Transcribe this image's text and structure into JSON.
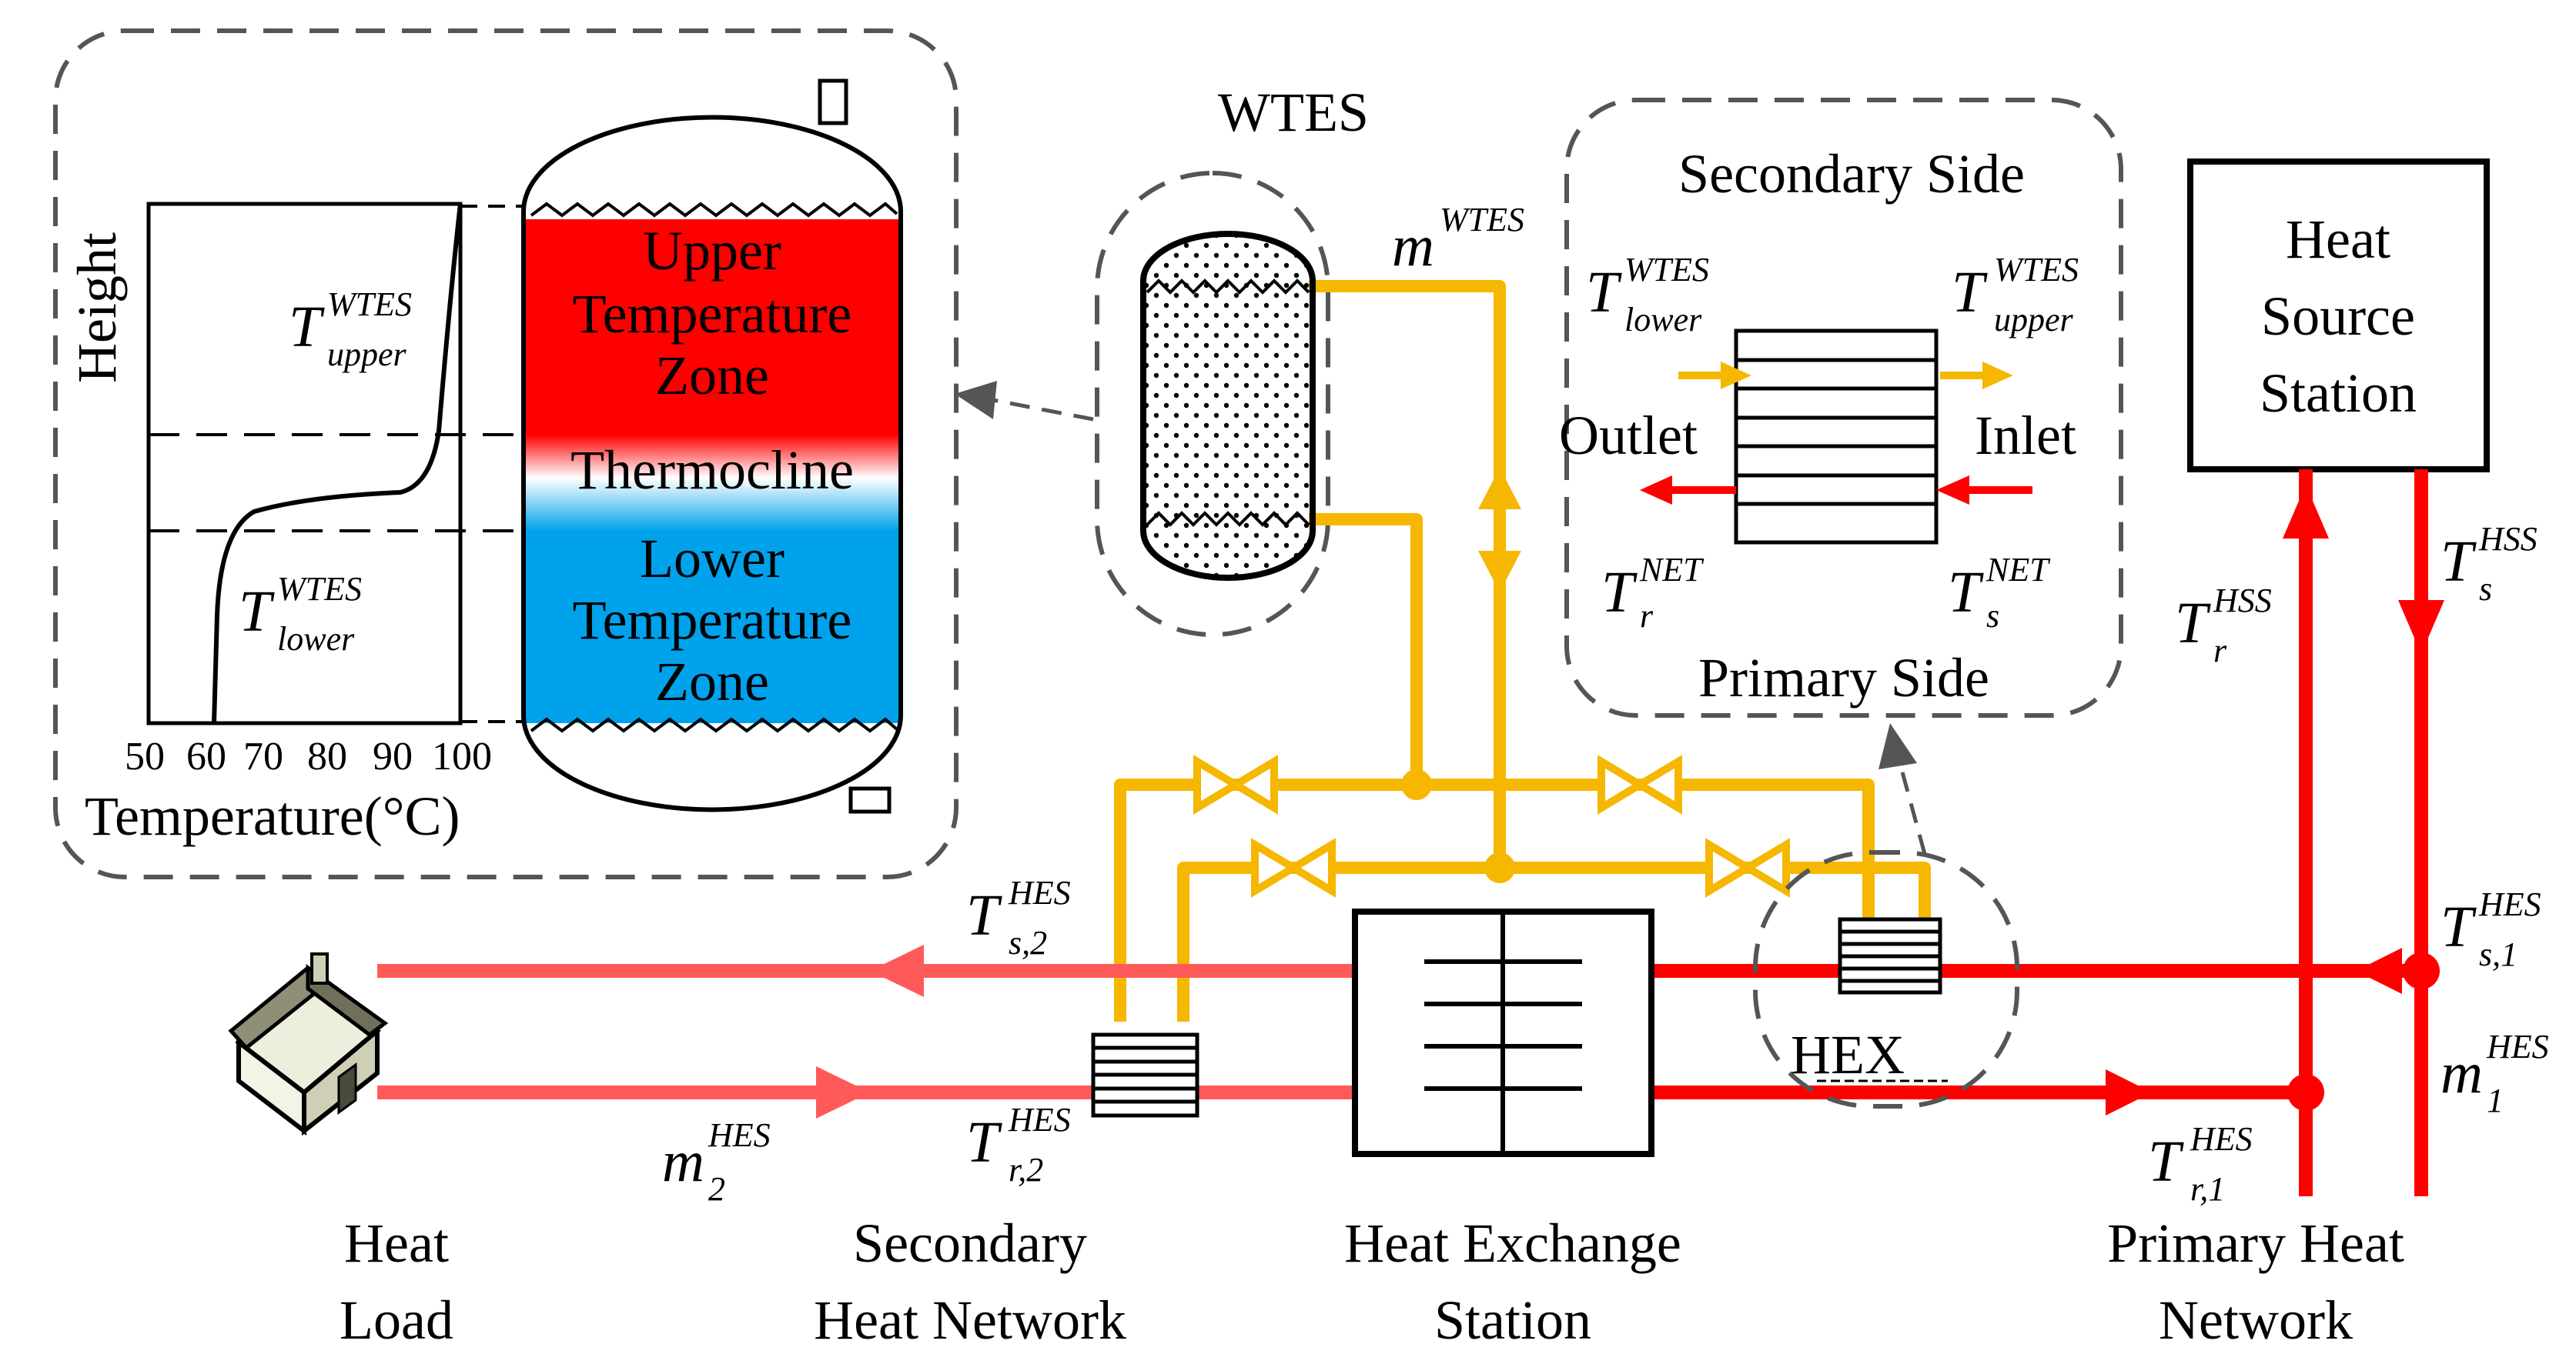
{
  "colors": {
    "primary_pipe": "#ff0000",
    "secondary_pipe": "#ff5a5a",
    "storage_pipe": "#f5b700",
    "upper_zone": "#ff0000",
    "lower_zone": "#00a2ec",
    "dashed": "#555555"
  },
  "labels": {
    "wtes": "WTES",
    "heat_source_line1": "Heat",
    "heat_source_line2": "Source",
    "heat_source_line3": "Station",
    "heat_load_line1": "Heat",
    "heat_load_line2": "Load",
    "secondary_network_line1": "Secondary",
    "secondary_network_line2": "Heat Network",
    "exchange_station_line1": "Heat Exchange",
    "exchange_station_line2": "Station",
    "primary_network_line1": "Primary Heat",
    "primary_network_line2": "Network",
    "hex": "HEX"
  },
  "tank": {
    "upper_zone_line1": "Upper",
    "upper_zone_line2": "Temperature",
    "upper_zone_line3": "Zone",
    "thermocline": "Thermocline",
    "lower_zone_line1": "Lower",
    "lower_zone_line2": "Temperature",
    "lower_zone_line3": "Zone"
  },
  "profile": {
    "y_label": "Height",
    "x_label": "Temperature(°C)",
    "x_ticks": [
      "50",
      "60",
      "70",
      "80",
      "90",
      "100"
    ],
    "t_upper": {
      "main": "T",
      "sup": "WTES",
      "sub": "upper"
    },
    "t_lower": {
      "main": "T",
      "sup": "WTES",
      "sub": "lower"
    }
  },
  "hex_detail": {
    "title": "Secondary Side",
    "bottom": "Primary Side",
    "outlet": "Outlet",
    "inlet": "Inlet",
    "t_lower": {
      "main": "T",
      "sup": "WTES",
      "sub": "lower"
    },
    "t_upper": {
      "main": "T",
      "sup": "WTES",
      "sub": "upper"
    },
    "t_r_net": {
      "main": "T",
      "sup": "NET",
      "sub": "r"
    },
    "t_s_net": {
      "main": "T",
      "sup": "NET",
      "sub": "s"
    }
  },
  "symbols": {
    "m_wtes": {
      "main": "m",
      "sup": "WTES",
      "sub": ""
    },
    "t_r_hss": {
      "main": "T",
      "sup": "HSS",
      "sub": "r"
    },
    "t_s_hss": {
      "main": "T",
      "sup": "HSS",
      "sub": "s"
    },
    "t_s2_hes": {
      "main": "T",
      "sup": "HES",
      "sub": "s,2"
    },
    "t_r2_hes": {
      "main": "T",
      "sup": "HES",
      "sub": "r,2"
    },
    "m2_hes": {
      "main": "m",
      "sup": "HES",
      "sub": "2"
    },
    "t_s1_hes": {
      "main": "T",
      "sup": "HES",
      "sub": "s,1"
    },
    "m1_hes": {
      "main": "m",
      "sup": "HES",
      "sub": "1"
    },
    "t_r1_hes": {
      "main": "T",
      "sup": "HES",
      "sub": "r,1"
    }
  }
}
